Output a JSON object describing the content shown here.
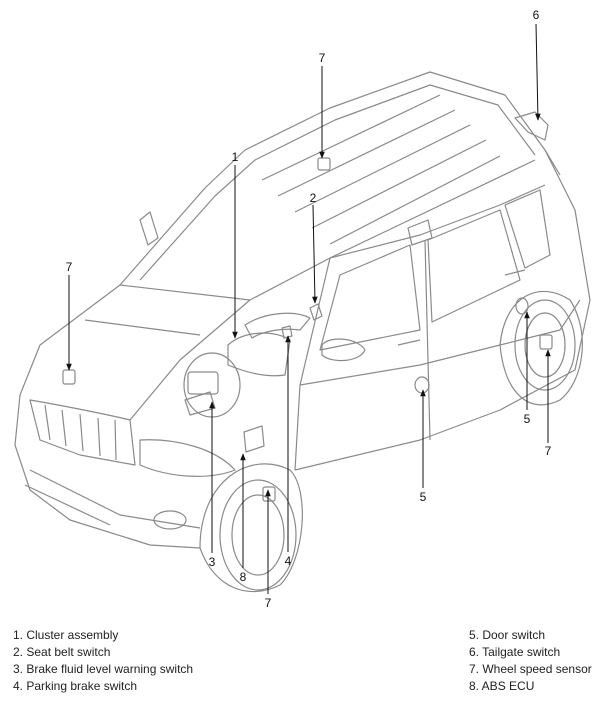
{
  "callouts": {
    "c1": "1",
    "c2": "2",
    "c3": "3",
    "c4": "4",
    "c5a": "5",
    "c5b": "5",
    "c6": "6",
    "c7a": "7",
    "c7b": "7",
    "c7c": "7",
    "c7d": "7",
    "c8": "8"
  },
  "legend": {
    "left": [
      "1. Cluster assembly",
      "2. Seat belt switch",
      "3. Brake fluid level warning switch",
      "4. Parking brake switch"
    ],
    "right": [
      "5. Door switch",
      "6. Tailgate switch",
      "7. Wheel speed sensor",
      "8. ABS ECU"
    ]
  }
}
